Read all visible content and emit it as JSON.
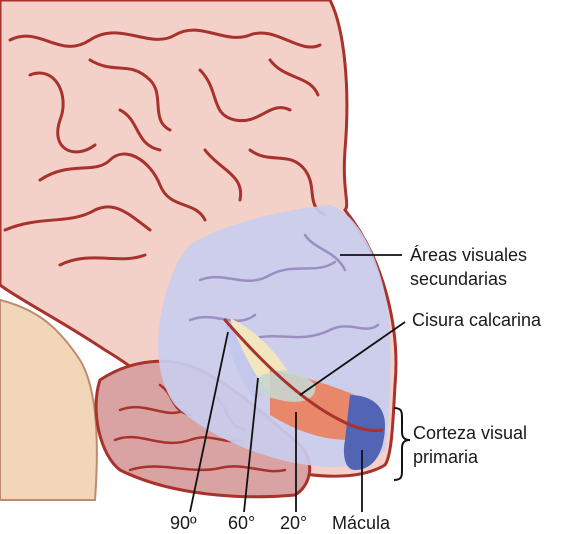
{
  "labels": {
    "secondary_areas_line1": "Áreas visuales",
    "secondary_areas_line2": "secundarias",
    "calcarine": "Cisura calcarina",
    "primary_cortex_line1": "Corteza visual",
    "primary_cortex_line2": "primaria",
    "deg90": "90º",
    "deg60": "60°",
    "deg20": "20°",
    "macula": "Mácula"
  },
  "colors": {
    "cortex_fill": "#f3d0c8",
    "gyri_stroke": "#a8322c",
    "secondary_area": "#c9cdee",
    "band_90": "#c4c8ec",
    "band_60": "#f1e6bd",
    "band_20": "#e9876a",
    "macula": "#5265b5",
    "cerebellum": "#d9a3a3",
    "brainstem": "#f2d6b8",
    "leader": "#111111"
  }
}
